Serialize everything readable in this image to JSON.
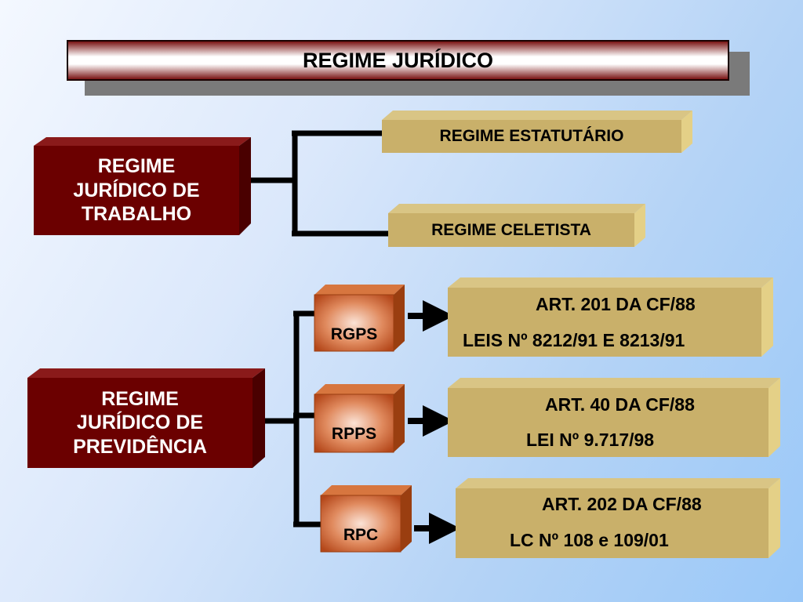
{
  "title": "REGIME JURÍDICO",
  "trabalho": {
    "label_lines": [
      "REGIME",
      "JURÍDICO DE",
      "TRABALHO"
    ],
    "children": [
      "REGIME ESTATUTÁRIO",
      "REGIME CELETISTA"
    ]
  },
  "previdencia": {
    "label_lines": [
      "REGIME",
      "JURÍDICO DE",
      "PREVIDÊNCIA"
    ],
    "regimes": [
      {
        "code": "RGPS",
        "lines": [
          "ART. 201 DA CF/88",
          "LEIS Nº 8212/91 E 8213/91"
        ]
      },
      {
        "code": "RPPS",
        "lines": [
          "ART. 40 DA CF/88",
          "LEI Nº 9.717/98"
        ]
      },
      {
        "code": "RPC",
        "lines": [
          "ART. 202 DA CF/88",
          "LC Nº 108 e 109/01"
        ]
      }
    ]
  },
  "colors": {
    "dark_red": "#6b0000",
    "khaki": "#c9b06a",
    "orange": "#c0541f",
    "connector": "#000000"
  }
}
